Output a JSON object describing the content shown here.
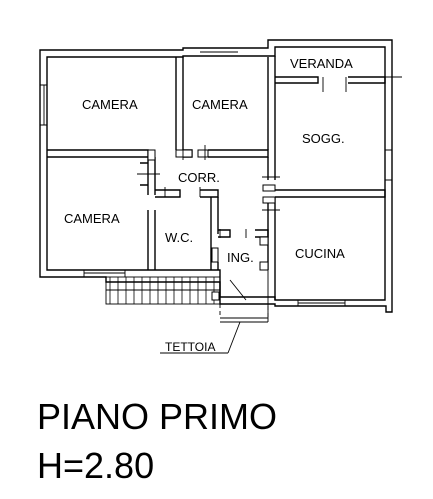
{
  "rooms": {
    "camera_nw": "CAMERA",
    "camera_n": "CAMERA",
    "camera_w": "CAMERA",
    "veranda": "VERANDA",
    "soggiorno": "SOGG.",
    "corridoio": "CORR.",
    "wc": "W.C.",
    "ingresso": "ING.",
    "cucina": "CUCINA"
  },
  "canopy_label": "TETTOIA",
  "title": {
    "floor": "PIANO PRIMO",
    "height": "H=2.80"
  }
}
